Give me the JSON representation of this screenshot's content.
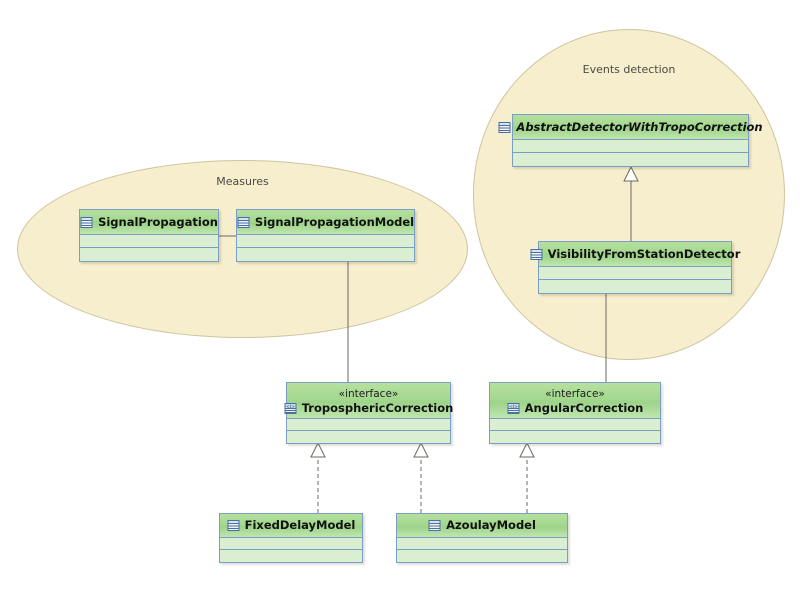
{
  "diagram": {
    "type": "uml-class-diagram",
    "background": "#ffffff",
    "packages": [
      {
        "id": "measures",
        "label": "Measures",
        "fill": "#f7eecd",
        "stroke": "#cfc49e"
      },
      {
        "id": "events",
        "label": "Events detection",
        "fill": "#f7eecd",
        "stroke": "#cfc49e"
      }
    ],
    "classes": [
      {
        "id": "signalPropagation",
        "name": "SignalPropagation",
        "stereotype": "",
        "icon": "class-icon",
        "abstract": false
      },
      {
        "id": "signalPropagationModel",
        "name": "SignalPropagationModel",
        "stereotype": "",
        "icon": "class-icon",
        "abstract": false
      },
      {
        "id": "abstractDetector",
        "name": "AbstractDetectorWithTropoCorrection",
        "stereotype": "",
        "icon": "class-icon",
        "abstract": true
      },
      {
        "id": "visibilityDetector",
        "name": "VisibilityFromStationDetector",
        "stereotype": "",
        "icon": "class-icon",
        "abstract": false
      },
      {
        "id": "troposphericCorrection",
        "name": "TroposphericCorrection",
        "stereotype": "«interface»",
        "icon": "interface-icon",
        "abstract": false
      },
      {
        "id": "angularCorrection",
        "name": "AngularCorrection",
        "stereotype": "«interface»",
        "icon": "interface-icon",
        "abstract": false
      },
      {
        "id": "fixedDelayModel",
        "name": "FixedDelayModel",
        "stereotype": "",
        "icon": "class-icon",
        "abstract": false
      },
      {
        "id": "azoulayModel",
        "name": "AzoulayModel",
        "stereotype": "",
        "icon": "class-icon",
        "abstract": false
      }
    ],
    "relations": [
      {
        "from": "signalPropagation",
        "to": "signalPropagationModel",
        "kind": "association"
      },
      {
        "from": "visibilityDetector",
        "to": "abstractDetector",
        "kind": "generalization"
      },
      {
        "from": "signalPropagationModel",
        "to": "troposphericCorrection",
        "kind": "association"
      },
      {
        "from": "visibilityDetector",
        "to": "angularCorrection",
        "kind": "association"
      },
      {
        "from": "fixedDelayModel",
        "to": "troposphericCorrection",
        "kind": "realization"
      },
      {
        "from": "azoulayModel",
        "to": "troposphericCorrection",
        "kind": "realization"
      },
      {
        "from": "azoulayModel",
        "to": "angularCorrection",
        "kind": "realization"
      }
    ],
    "colors": {
      "header_green": "#a4d88f",
      "compartment_green": "#daeed2",
      "box_border": "#7a9ec4",
      "package_fill": "#f7eecd",
      "package_border": "#cfc49e",
      "edge_line": "#6b6b5c",
      "title_text": "#111111",
      "package_label_text": "#4a4a42"
    }
  }
}
